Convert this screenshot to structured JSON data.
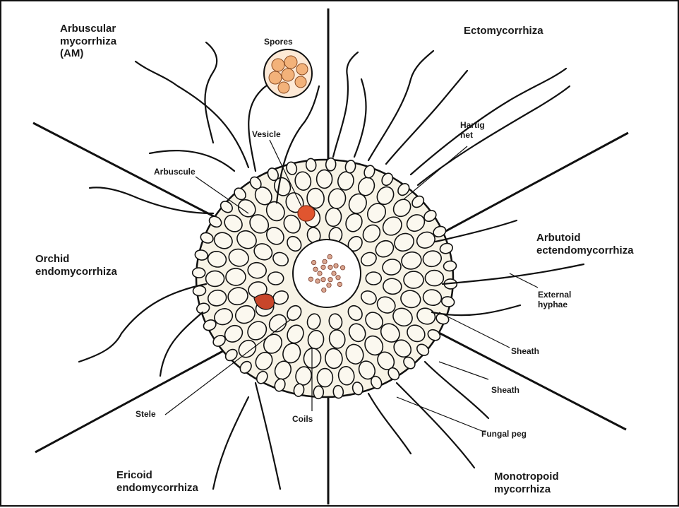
{
  "figure": {
    "sections": {
      "arbuscular": "Arbuscular\nmycorrhiza\n(AM)",
      "ecto": "Ectomycorrhiza",
      "orchid": "Orchid\nendomycorrhiza",
      "arbutoid": "Arbutoid\nectendomycorrhiza",
      "ericoid": "Ericoid\nendomycorrhiza",
      "monotropoid": "Monotropoid\nmycorrhiza"
    },
    "structures": {
      "spores": "Spores",
      "vesicle": "Vesicle",
      "arbuscule": "Arbuscule",
      "hartig_net": "Hartig\nnet",
      "external_hyphae": "External\nhyphae",
      "sheath_1": "Sheath",
      "sheath_2": "Sheath",
      "stele": "Stele",
      "coils": "Coils",
      "fungal_peg": "Fungal peg"
    },
    "colors": {
      "line": "#111111",
      "cell_fill": "#f7f3e6",
      "spore_fill": "#f3b27a",
      "vesicle_fill": "#e0552f",
      "stele_fill": "#d9a58f"
    }
  }
}
